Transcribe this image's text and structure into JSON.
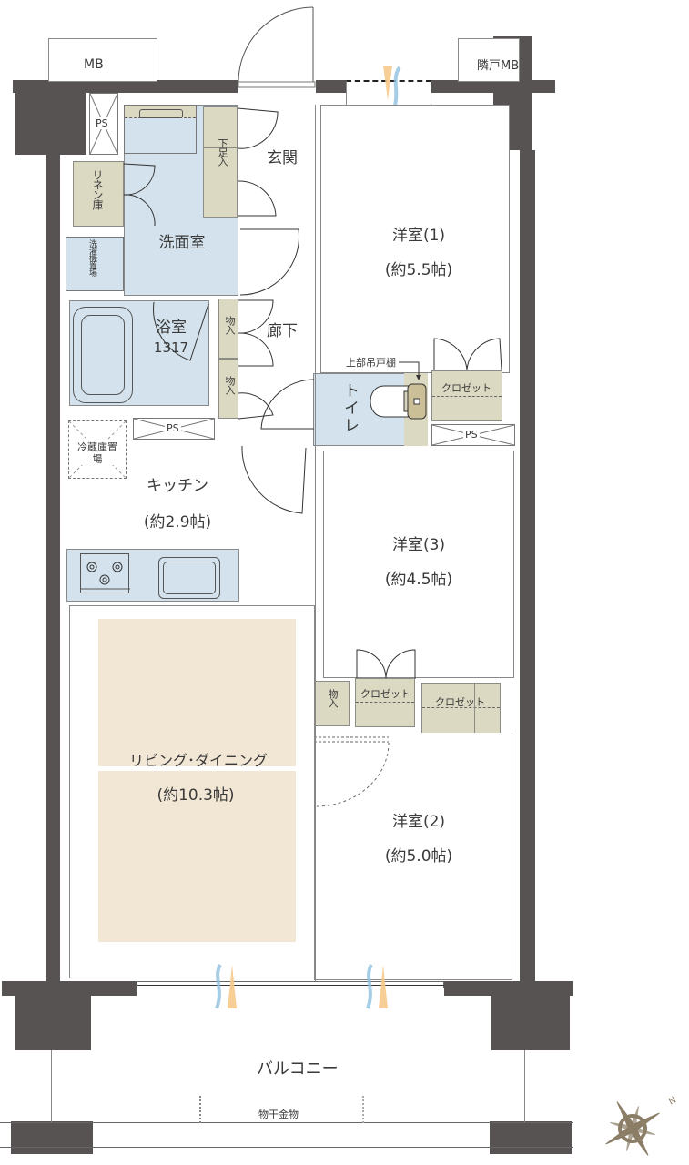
{
  "plan": {
    "rooms": {
      "western1": {
        "name": "洋室(1)",
        "size": "(約5.5帖)"
      },
      "western2": {
        "name": "洋室(2)",
        "size": "(約5.0帖)"
      },
      "western3": {
        "name": "洋室(3)",
        "size": "(約4.5帖)"
      },
      "living": {
        "name": "リビング･ダイニング",
        "size": "(約10.3帖)"
      },
      "kitchen": {
        "name": "キッチン",
        "size": "(約2.9帖)"
      },
      "bath": {
        "name": "浴室",
        "size": "1317"
      },
      "washroom": {
        "name": "洗面室"
      },
      "entrance": {
        "name": "玄関"
      },
      "hallway": {
        "name": "廊下"
      },
      "toilet": {
        "name": "トイレ"
      },
      "balcony": {
        "name": "バルコニー"
      }
    },
    "labels": {
      "mb": "MB",
      "neighbor_mb": "隣戸MB",
      "ps": "PS",
      "linen": "リネン庫",
      "shoe_storage": "下足入",
      "washer": "洗濯機置場",
      "fridge": "冷蔵庫置場",
      "storage": "物入",
      "closet": "クロゼット",
      "upper_cabinet": "上部吊戸棚",
      "laundry_hardware": "物干金物"
    },
    "colors": {
      "wall": "#575352",
      "wet_area": "#d3e2ec",
      "storage": "#dcd9c3",
      "living_floor": "#f2e6d4",
      "compass": "#8b7d66"
    },
    "compass": {
      "north_label": "N"
    }
  }
}
